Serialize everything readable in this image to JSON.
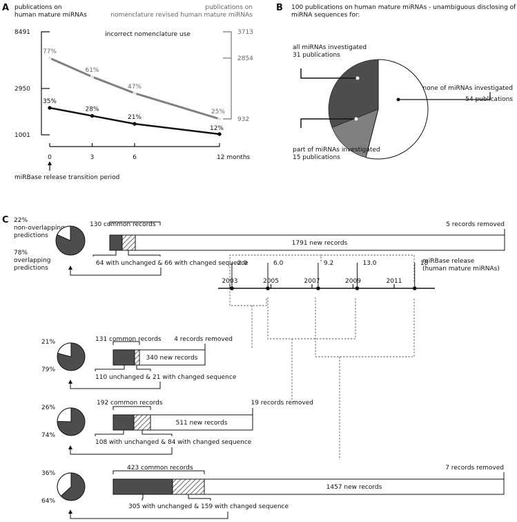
{
  "colors": {
    "dark": "#4d4d4d",
    "gray": "#808080",
    "axis": "#111111",
    "hatch": "#777777",
    "light": "#ffffff"
  },
  "panel_a": {
    "label": "A",
    "left_axis_title": [
      "publications on",
      "human mature miRNAs"
    ],
    "right_axis_title": [
      "publications on",
      "nomenclature revised human mature miRNAs"
    ],
    "left_ticks": [
      "8491",
      "2950",
      "1001"
    ],
    "right_ticks": [
      "3713",
      "2854",
      "932"
    ],
    "annotation": "incorrect nomenclature use",
    "x_ticks": [
      "0",
      "3",
      "6",
      "12 months"
    ],
    "x_note": "miRBase release transition period"
  },
  "panel_b": {
    "label": "B",
    "title": [
      "100 publications on human mature miRNAs - unambiguous disclosing of",
      "miRNA sequences for:"
    ],
    "slice_labels": {
      "all": [
        "all miRNAs investigated",
        "31 publications"
      ],
      "part": [
        "part of miRNAs investigated",
        "15 publications"
      ],
      "none": [
        "none of miRNAs investigated",
        "54 publications"
      ]
    }
  },
  "panel_c": {
    "label": "C",
    "timeline": {
      "title": [
        "miRBase release",
        "(human mature miRNAs)"
      ],
      "years": [
        "2003",
        "2005",
        "2007",
        "2009",
        "2011"
      ],
      "releases": [
        "2.0",
        "6.0",
        "9.2",
        "13.0",
        "18"
      ]
    },
    "rows": [
      {
        "pie_top": [
          "22%",
          "non-overlapping",
          "predictions"
        ],
        "pie_bottom": [
          "78%",
          "overlapping",
          "predictions"
        ],
        "common": "130 common records",
        "removed": "5 records removed",
        "new": "1791 new records",
        "unchanged": "64 with unchanged & 66 with changed sequence"
      },
      {
        "pie_top": [
          "21%"
        ],
        "pie_bottom": [
          "79%"
        ],
        "common": "131 common records",
        "removed": "4 records removed",
        "new": "340 new records",
        "unchanged": "110 unchanged & 21 with changed sequence"
      },
      {
        "pie_top": [
          "26%"
        ],
        "pie_bottom": [
          "74%"
        ],
        "common": "192 common records",
        "removed": "19 records removed",
        "new": "511 new records",
        "unchanged": "108 with unchanged & 84 with changed sequence"
      },
      {
        "pie_top": [
          "36%"
        ],
        "pie_bottom": [
          "64%"
        ],
        "common": "423 common records",
        "removed": "7 records removed",
        "new": "1457 new records",
        "unchanged": "305 with unchanged & 159 with changed sequence"
      }
    ]
  },
  "chart_data": [
    {
      "type": "line",
      "x": [
        0,
        3,
        6,
        12
      ],
      "xlabel": "months",
      "series": [
        {
          "values": [
            77,
            61,
            47,
            25
          ],
          "labels": [
            "77%",
            "61%",
            "47%",
            "25%"
          ]
        },
        {
          "values": [
            35,
            28,
            21,
            12
          ],
          "labels": [
            "35%",
            "28%",
            "21%",
            "12%"
          ]
        }
      ]
    },
    {
      "type": "pie",
      "categories": [
        "all miRNAs investigated",
        "part of miRNAs investigated",
        "none of miRNAs investigated"
      ],
      "values": [
        31,
        15,
        54
      ]
    }
  ]
}
